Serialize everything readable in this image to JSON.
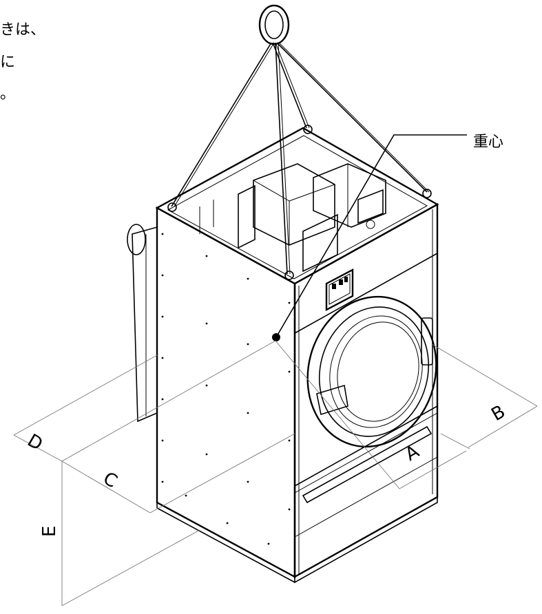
{
  "caption_lines": [
    "きは、",
    "に",
    "。"
  ],
  "center_of_gravity_label": "重心",
  "dimension_labels": {
    "A": "A",
    "B": "B",
    "C": "C",
    "D": "D",
    "E": "E"
  }
}
